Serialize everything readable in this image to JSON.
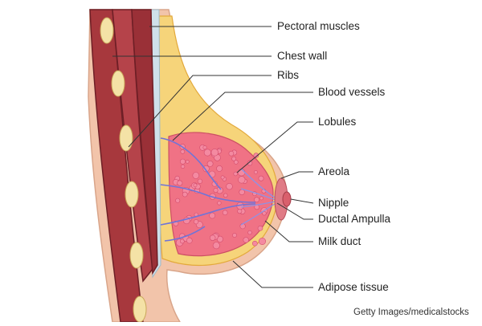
{
  "labels": {
    "pectoral_muscles": "Pectoral muscles",
    "chest_wall": "Chest wall",
    "ribs": "Ribs",
    "blood_vessels": "Blood vessels",
    "lobules": "Lobules",
    "areola": "Areola",
    "nipple": "Nipple",
    "ductal_ampulla": "Ductal Ampulla",
    "milk_duct": "Milk duct",
    "adipose_tissue": "Adipose tissue"
  },
  "credit": "Getty Images/medicalstocks",
  "colors": {
    "skin": "#f2c4aa",
    "skin_edge": "#d9a58a",
    "muscle": "#a7383d",
    "muscle_dark": "#6e1f26",
    "rib": "#f4e2a6",
    "fat": "#f6d47a",
    "fat_edge": "#e3a93c",
    "lobule": "#f06a86",
    "vessel": "#6f74d8",
    "leader": "#333333"
  }
}
